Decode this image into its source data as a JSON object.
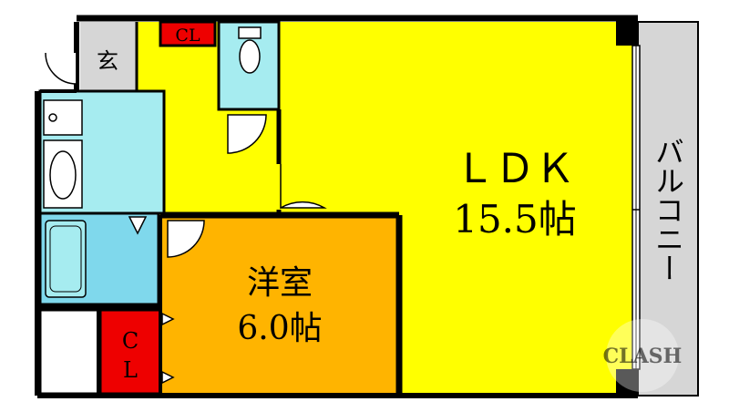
{
  "rooms": {
    "ldk": {
      "name": "ＬＤＫ",
      "size": "15.5帖"
    },
    "western": {
      "name": "洋室",
      "size": "6.0帖"
    },
    "genkan": "玄",
    "closet_top": "CL",
    "closet_side": [
      "C",
      "L"
    ],
    "balcony": "バルコニー"
  },
  "watermark": "CLASH",
  "colors": {
    "ldk": "#ffff00",
    "western": "#ffb400",
    "closet": "#ee0000",
    "wet_area": "#a6ecf0",
    "bath": "#7fd8ec",
    "balcony": "#d6d6d6",
    "genkan": "#d6d6d6",
    "wall": "#000000"
  }
}
